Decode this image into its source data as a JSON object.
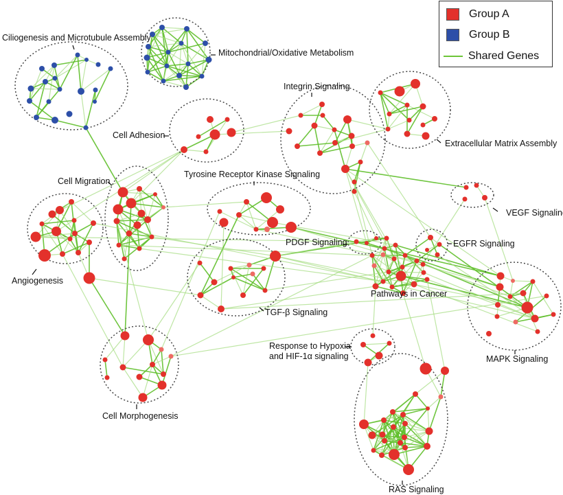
{
  "legend": {
    "items": [
      {
        "label": "Group A",
        "kind": "node",
        "color": "#e3312b"
      },
      {
        "label": "Group B",
        "kind": "node",
        "color": "#2d4fa8"
      },
      {
        "label": "Shared Genes",
        "kind": "edge",
        "color": "#6cc537"
      }
    ]
  },
  "colors": {
    "group_a": "#e3312b",
    "group_a_light": "#ee6a63",
    "group_b": "#2d4fa8",
    "edge": "#5fbf2a",
    "edge_light": "#a8dd86",
    "cluster_border": "#444444"
  },
  "clusters": [
    {
      "id": "cilio",
      "label": "Ciliogenesis and Microtubule Assembly",
      "group": "B"
    },
    {
      "id": "mito",
      "label": "Mitochondrial/Oxidative Metabolism",
      "group": "B"
    },
    {
      "id": "adhesion",
      "label": "Cell Adhesion",
      "group": "A"
    },
    {
      "id": "integrin",
      "label": "Integrin Signaling",
      "group": "A"
    },
    {
      "id": "ecm",
      "label": "Extracellular Matrix Assembly",
      "group": "A"
    },
    {
      "id": "migration",
      "label": "Cell Migration",
      "group": "A"
    },
    {
      "id": "angio",
      "label": "Angiogenesis",
      "group": "A"
    },
    {
      "id": "trk",
      "label": "Tyrosine Receptor Kinase Signaling",
      "group": "A"
    },
    {
      "id": "vegf",
      "label": "VEGF Signaling",
      "group": "A"
    },
    {
      "id": "pdgf",
      "label": "PDGF Signaling",
      "group": "A"
    },
    {
      "id": "egfr",
      "label": "EGFR Signaling",
      "group": "A"
    },
    {
      "id": "tgfb",
      "label": "TGF-β Signaling",
      "group": "A"
    },
    {
      "id": "cancer",
      "label": "Pathways in Cancer",
      "group": "A"
    },
    {
      "id": "mapk",
      "label": "MAPK Signaling",
      "group": "A"
    },
    {
      "id": "hypoxia",
      "label": "Response to Hypoxia\nand HIF-1α signaling",
      "group": "A"
    },
    {
      "id": "morpho",
      "label": "Cell Morphogenesis",
      "group": "A"
    },
    {
      "id": "ras",
      "label": "RAS Signaling",
      "group": "A"
    }
  ]
}
